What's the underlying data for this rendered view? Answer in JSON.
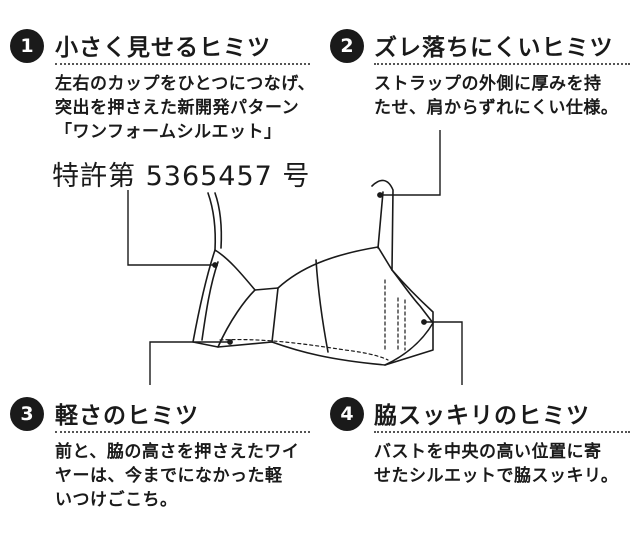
{
  "points": [
    {
      "number": "1",
      "title": "小さく見せるヒミツ",
      "lines": [
        "左右のカップをひとつにつなげ、",
        "突出を押さえた新開発パターン",
        "「ワンフォームシルエット」"
      ],
      "patent": "特許第 5365457 号"
    },
    {
      "number": "2",
      "title": "ズレ落ちにくいヒミツ",
      "lines": [
        "ストラップの外側に厚みを持",
        "たせ、肩からずれにくい仕様。"
      ]
    },
    {
      "number": "3",
      "title": "軽さのヒミツ",
      "lines": [
        "前と、脇の高さを押さえたワイ",
        "ヤーは、今までになかった軽",
        "いつけごこち。"
      ]
    },
    {
      "number": "4",
      "title": "脇スッキリのヒミツ",
      "lines": [
        "バストを中央の高い位置に寄",
        "せたシルエットで脇スッキリ。"
      ]
    }
  ],
  "illustration": {
    "icon": "bra-line-drawing-icon",
    "stroke_color": "#1a1a1a"
  }
}
